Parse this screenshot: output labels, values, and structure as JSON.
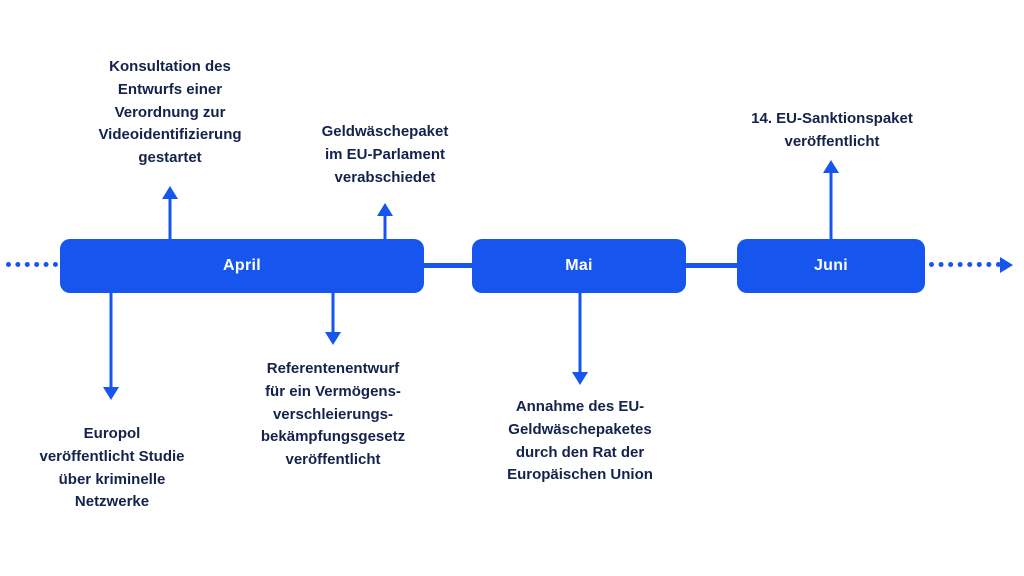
{
  "palette": {
    "accent": "#1656ee",
    "text": "#13234d",
    "background": "#ffffff"
  },
  "timeline": {
    "months": [
      {
        "label": "April"
      },
      {
        "label": "Mai"
      },
      {
        "label": "Juni"
      }
    ]
  },
  "events": [
    {
      "label": "Konsultation des\nEntwurfs einer\nVerordnung zur\nVideoidentifizierung\ngestartet",
      "month": "April",
      "arrow": "arrow-up"
    },
    {
      "label": "Geldwäschepaket\nim EU-Parlament\nverabschiedet",
      "month": "April",
      "arrow": "arrow-up"
    },
    {
      "label": "Europol\nveröffentlicht Studie\nüber kriminelle\nNetzwerke",
      "month": "April",
      "arrow": "arrow-down"
    },
    {
      "label": "Referentenentwurf\nfür ein Vermögens-\nverschleierungs-\nbekämpfungsgesetz\nveröffentlicht",
      "month": "April",
      "arrow": "arrow-down"
    },
    {
      "label": "Annahme des EU-\nGeldwäschepaketes\ndurch den Rat der\nEuropäischen Union",
      "month": "Mai",
      "arrow": "arrow-down"
    },
    {
      "label": "14. EU-Sanktionspaket\nveröffentlicht",
      "month": "Juni",
      "arrow": "arrow-up"
    }
  ]
}
